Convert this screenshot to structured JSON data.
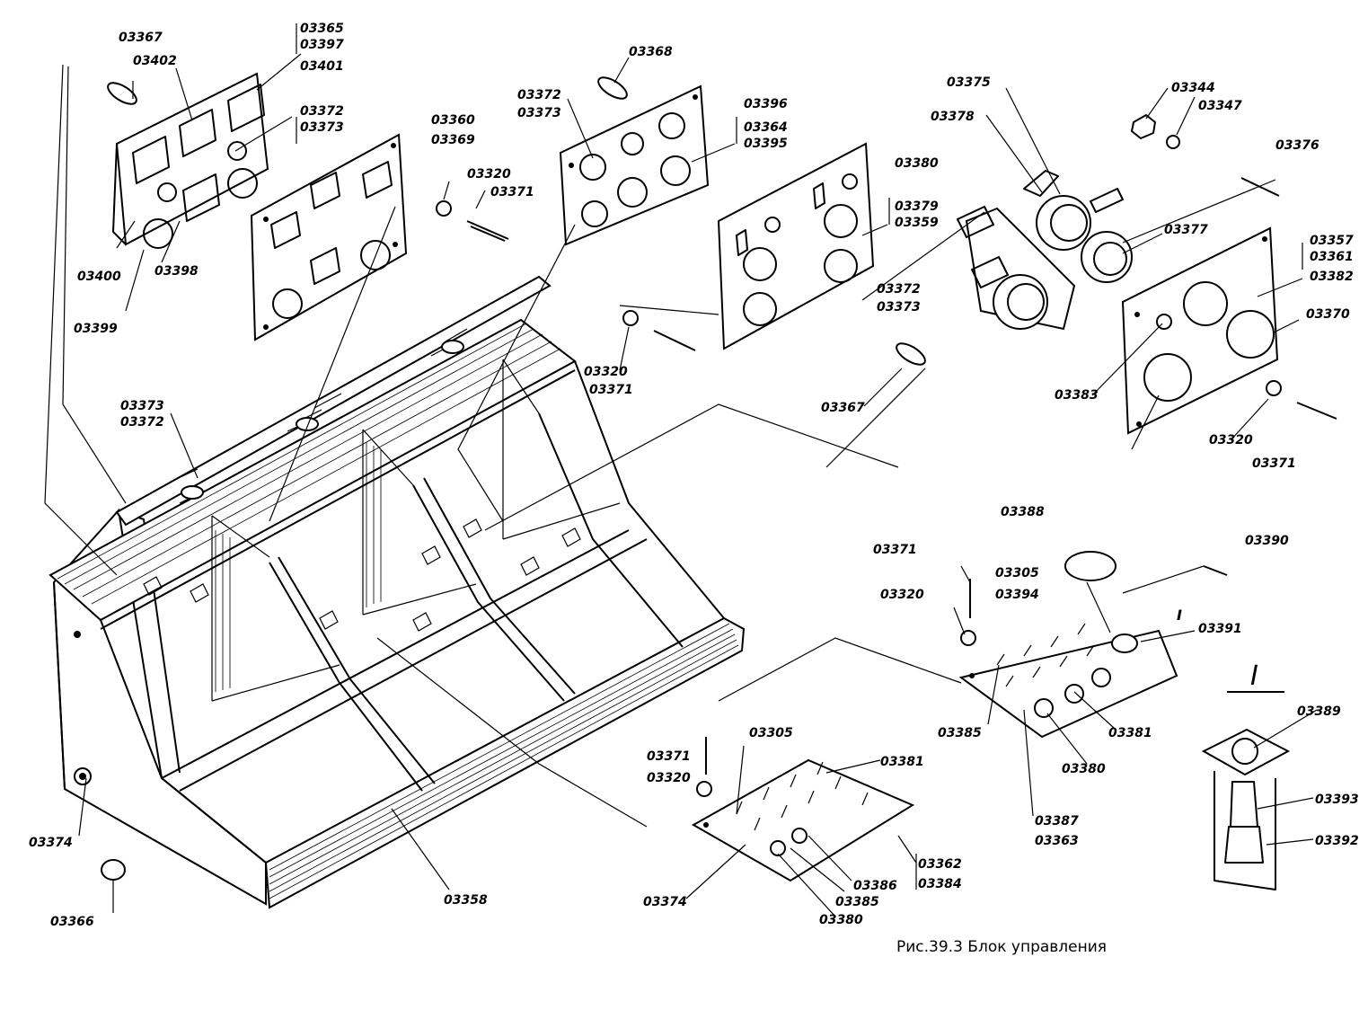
{
  "caption": "Рис.39.3 Блок управления",
  "view_label": "I",
  "part_labels": [
    {
      "id": "l1",
      "text": "03367"
    },
    {
      "id": "l2",
      "text": "03402"
    },
    {
      "id": "l3",
      "text": "03365"
    },
    {
      "id": "l4",
      "text": "03397"
    },
    {
      "id": "l5",
      "text": "03401"
    },
    {
      "id": "l6",
      "text": "03372"
    },
    {
      "id": "l7",
      "text": "03373"
    },
    {
      "id": "l8",
      "text": "03360"
    },
    {
      "id": "l9",
      "text": "03369"
    },
    {
      "id": "l10",
      "text": "03320"
    },
    {
      "id": "l11",
      "text": "03371"
    },
    {
      "id": "l12",
      "text": "03400"
    },
    {
      "id": "l13",
      "text": "03398"
    },
    {
      "id": "l14",
      "text": "03399"
    },
    {
      "id": "l15",
      "text": "03368"
    },
    {
      "id": "l16",
      "text": "03372"
    },
    {
      "id": "l17",
      "text": "03373"
    },
    {
      "id": "l18",
      "text": "03396"
    },
    {
      "id": "l19",
      "text": "03364"
    },
    {
      "id": "l20",
      "text": "03395"
    },
    {
      "id": "l21",
      "text": "03380"
    },
    {
      "id": "l22",
      "text": "03379"
    },
    {
      "id": "l23",
      "text": "03359"
    },
    {
      "id": "l24",
      "text": "03320"
    },
    {
      "id": "l25",
      "text": "03371"
    },
    {
      "id": "l26",
      "text": "03375"
    },
    {
      "id": "l27",
      "text": "03378"
    },
    {
      "id": "l28",
      "text": "03344"
    },
    {
      "id": "l29",
      "text": "03347"
    },
    {
      "id": "l30",
      "text": "03376"
    },
    {
      "id": "l31",
      "text": "03377"
    },
    {
      "id": "l32",
      "text": "03372"
    },
    {
      "id": "l33",
      "text": "03373"
    },
    {
      "id": "l34",
      "text": "03357"
    },
    {
      "id": "l35",
      "text": "03361"
    },
    {
      "id": "l36",
      "text": "03382"
    },
    {
      "id": "l37",
      "text": "03370"
    },
    {
      "id": "l38",
      "text": "03383"
    },
    {
      "id": "l39",
      "text": "03320"
    },
    {
      "id": "l40",
      "text": "03371"
    },
    {
      "id": "l41",
      "text": "03367"
    },
    {
      "id": "l42",
      "text": "03373"
    },
    {
      "id": "l43",
      "text": "03372"
    },
    {
      "id": "l44",
      "text": "03388"
    },
    {
      "id": "l45",
      "text": "03390"
    },
    {
      "id": "l46",
      "text": "03371"
    },
    {
      "id": "l47",
      "text": "03305"
    },
    {
      "id": "l48",
      "text": "03394"
    },
    {
      "id": "l49",
      "text": "03320"
    },
    {
      "id": "l50",
      "text": "03391"
    },
    {
      "id": "l51",
      "text": "03385"
    },
    {
      "id": "l52",
      "text": "03381"
    },
    {
      "id": "l53",
      "text": "03380"
    },
    {
      "id": "l54",
      "text": "03387"
    },
    {
      "id": "l55",
      "text": "03363"
    },
    {
      "id": "l56",
      "text": "03389"
    },
    {
      "id": "l57",
      "text": "03393"
    },
    {
      "id": "l58",
      "text": "03392"
    },
    {
      "id": "l59",
      "text": "03371"
    },
    {
      "id": "l60",
      "text": "03320"
    },
    {
      "id": "l61",
      "text": "03305"
    },
    {
      "id": "l62",
      "text": "03381"
    },
    {
      "id": "l63",
      "text": "03362"
    },
    {
      "id": "l64",
      "text": "03384"
    },
    {
      "id": "l65",
      "text": "03386"
    },
    {
      "id": "l66",
      "text": "03385"
    },
    {
      "id": "l67",
      "text": "03380"
    },
    {
      "id": "l68",
      "text": "03374"
    },
    {
      "id": "l69",
      "text": "03358"
    },
    {
      "id": "l70",
      "text": "03374"
    },
    {
      "id": "l71",
      "text": "03366"
    }
  ]
}
